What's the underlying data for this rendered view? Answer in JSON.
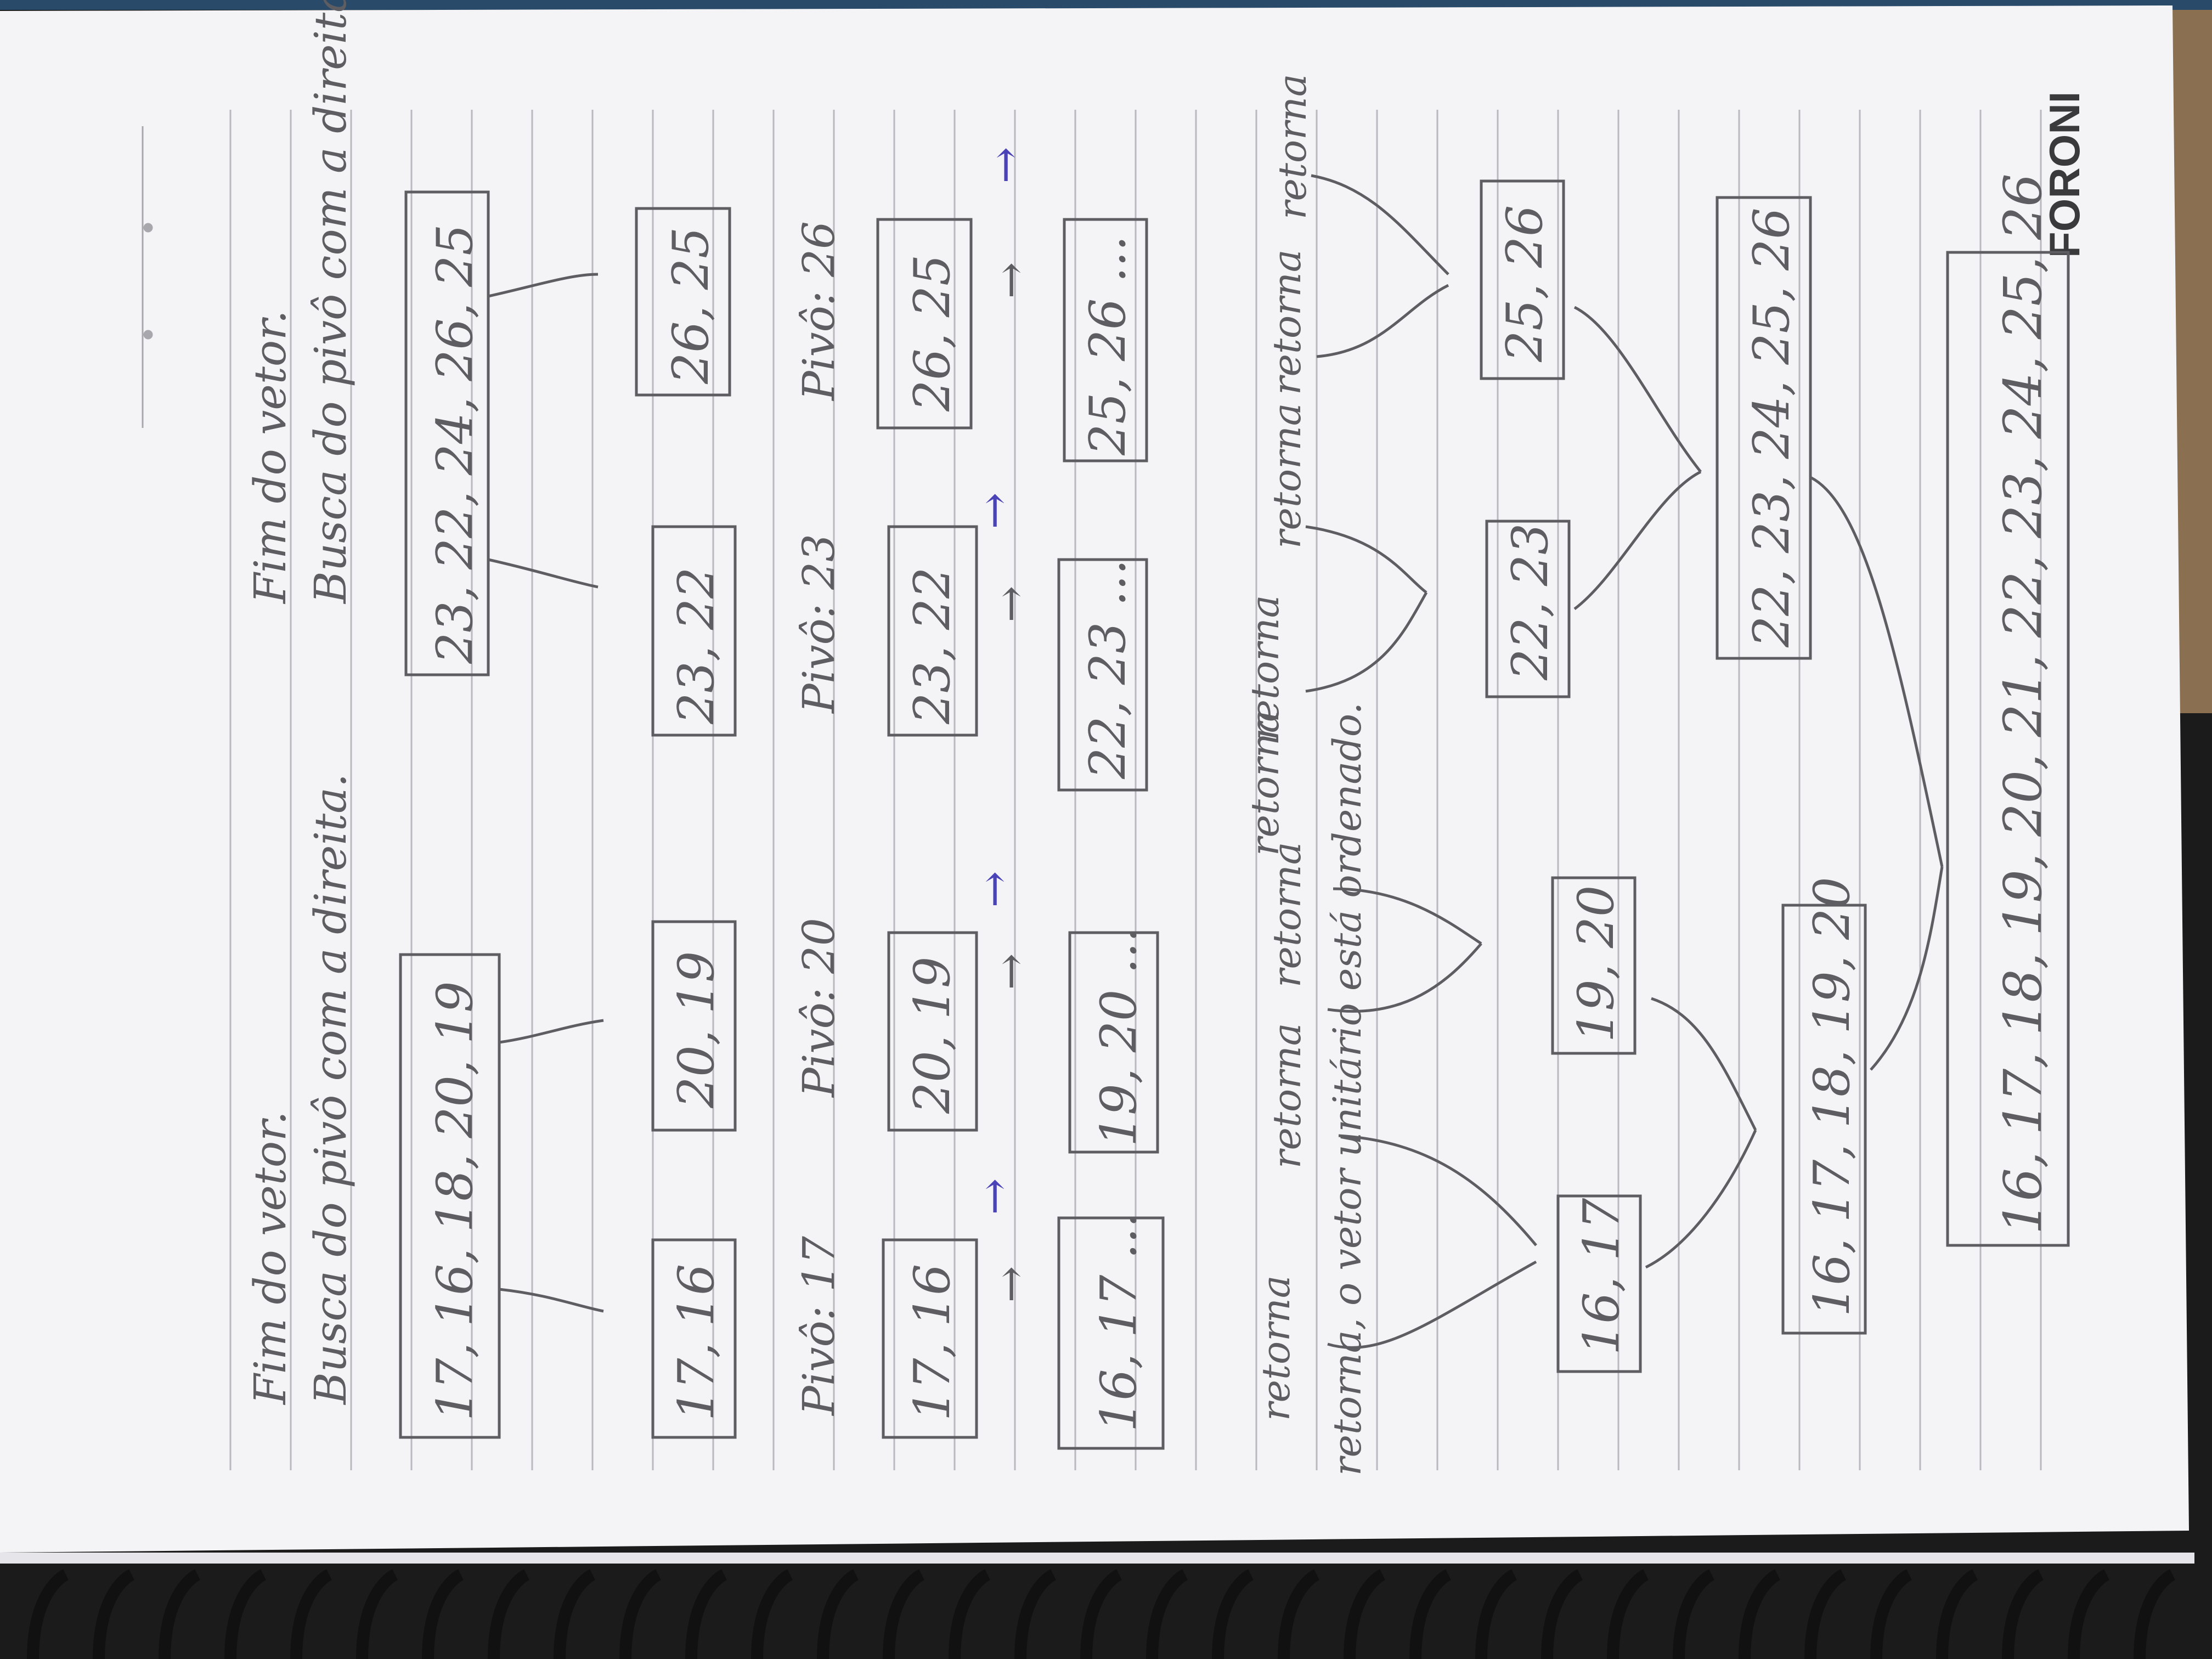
{
  "notebook": {
    "brand": "FORONI",
    "colors": {
      "paper": "#f4f4f6",
      "ruling": "#b9b9bf",
      "pencil": "#5e5e62",
      "blue_ink": "#4a43b8",
      "spiral": "#111111"
    }
  },
  "notes": {
    "left_heading_1": "Fim do vetor.",
    "left_heading_2": "Busca do pivô com a direita.",
    "right_heading_1": "Fim do vetor.",
    "right_heading_2": "Busca do pivô com a direita.",
    "row1": [
      "17, 16, 18, 20, 19",
      "23, 22, 24, 26, 25"
    ],
    "row2": [
      "17, 16",
      "20, 19",
      "23, 22",
      "26, 25"
    ],
    "pivots": [
      "Pivô: 17",
      "Pivô: 20",
      "Pivô: 23",
      "Pivô: 26"
    ],
    "row3": [
      "17, 16",
      "20, 19",
      "23, 22",
      "26, 25"
    ],
    "row4": [
      "16, 17 ...",
      "19, 20 ...",
      "22, 23 ...",
      "25, 26 ..."
    ],
    "returns": [
      "retorna",
      "retorna",
      "retorna",
      "retorna",
      "retorna",
      "retorna",
      "retorna",
      "retorna"
    ],
    "note_left": "retorna, o vetor unitário está ordenado.",
    "merge1": [
      "16, 17",
      "19, 20",
      "22, 23",
      "25, 26"
    ],
    "merge2": [
      "16, 17, 18, 19, 20",
      "22, 23, 24, 25, 26"
    ],
    "final": "16, 17, 18, 19, 20, 21, 22, 23, 24, 25, 26"
  }
}
